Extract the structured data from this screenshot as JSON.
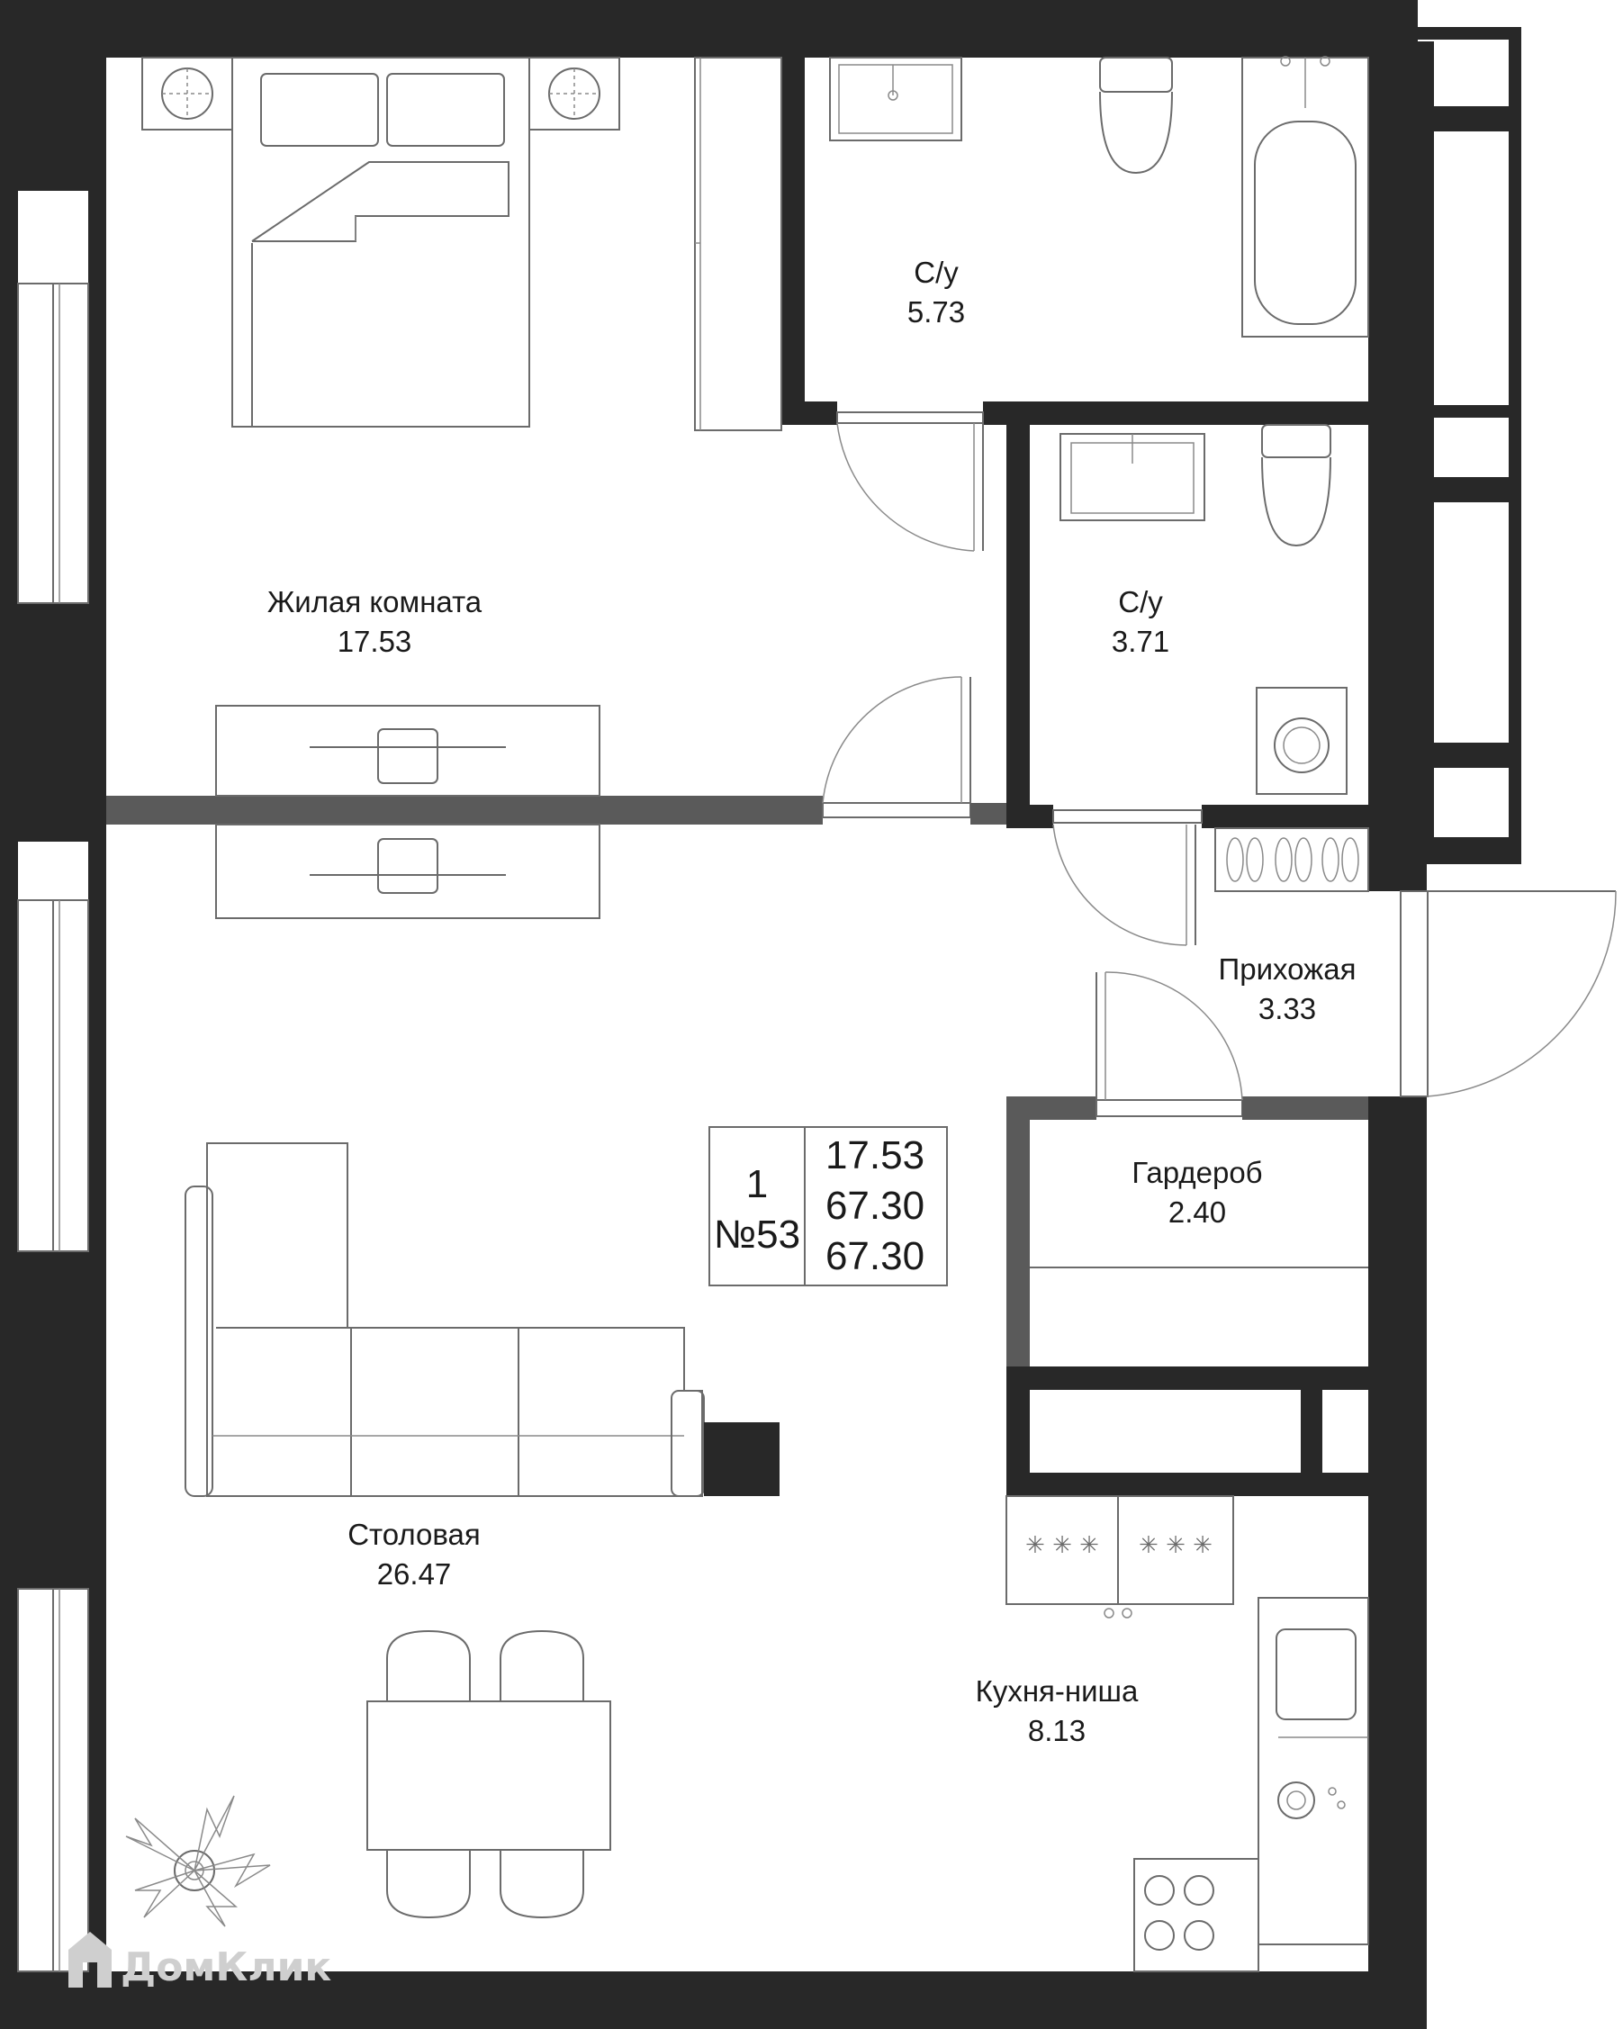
{
  "rooms": [
    {
      "id": "living",
      "name": "Жилая комната",
      "area": "17.53"
    },
    {
      "id": "bath1",
      "name": "С/у",
      "area": "5.73"
    },
    {
      "id": "bath2",
      "name": "С/у",
      "area": "3.71"
    },
    {
      "id": "hall",
      "name": "Прихожая",
      "area": "3.33"
    },
    {
      "id": "wardrobe",
      "name": "Гардероб",
      "area": "2.40"
    },
    {
      "id": "dining",
      "name": "Столовая",
      "area": "26.47"
    },
    {
      "id": "kitchen",
      "name": "Кухня-ниша",
      "area": "8.13"
    }
  ],
  "info": {
    "rooms_count": "1",
    "apartment_number": "№53",
    "living_area": "17.53",
    "total_area": "67.30",
    "total_area_2": "67.30"
  },
  "watermark": "ДомКлик",
  "colors": {
    "wall": "#282828",
    "partition": "#5a5a5a",
    "furniture": "#6b6b6b"
  }
}
